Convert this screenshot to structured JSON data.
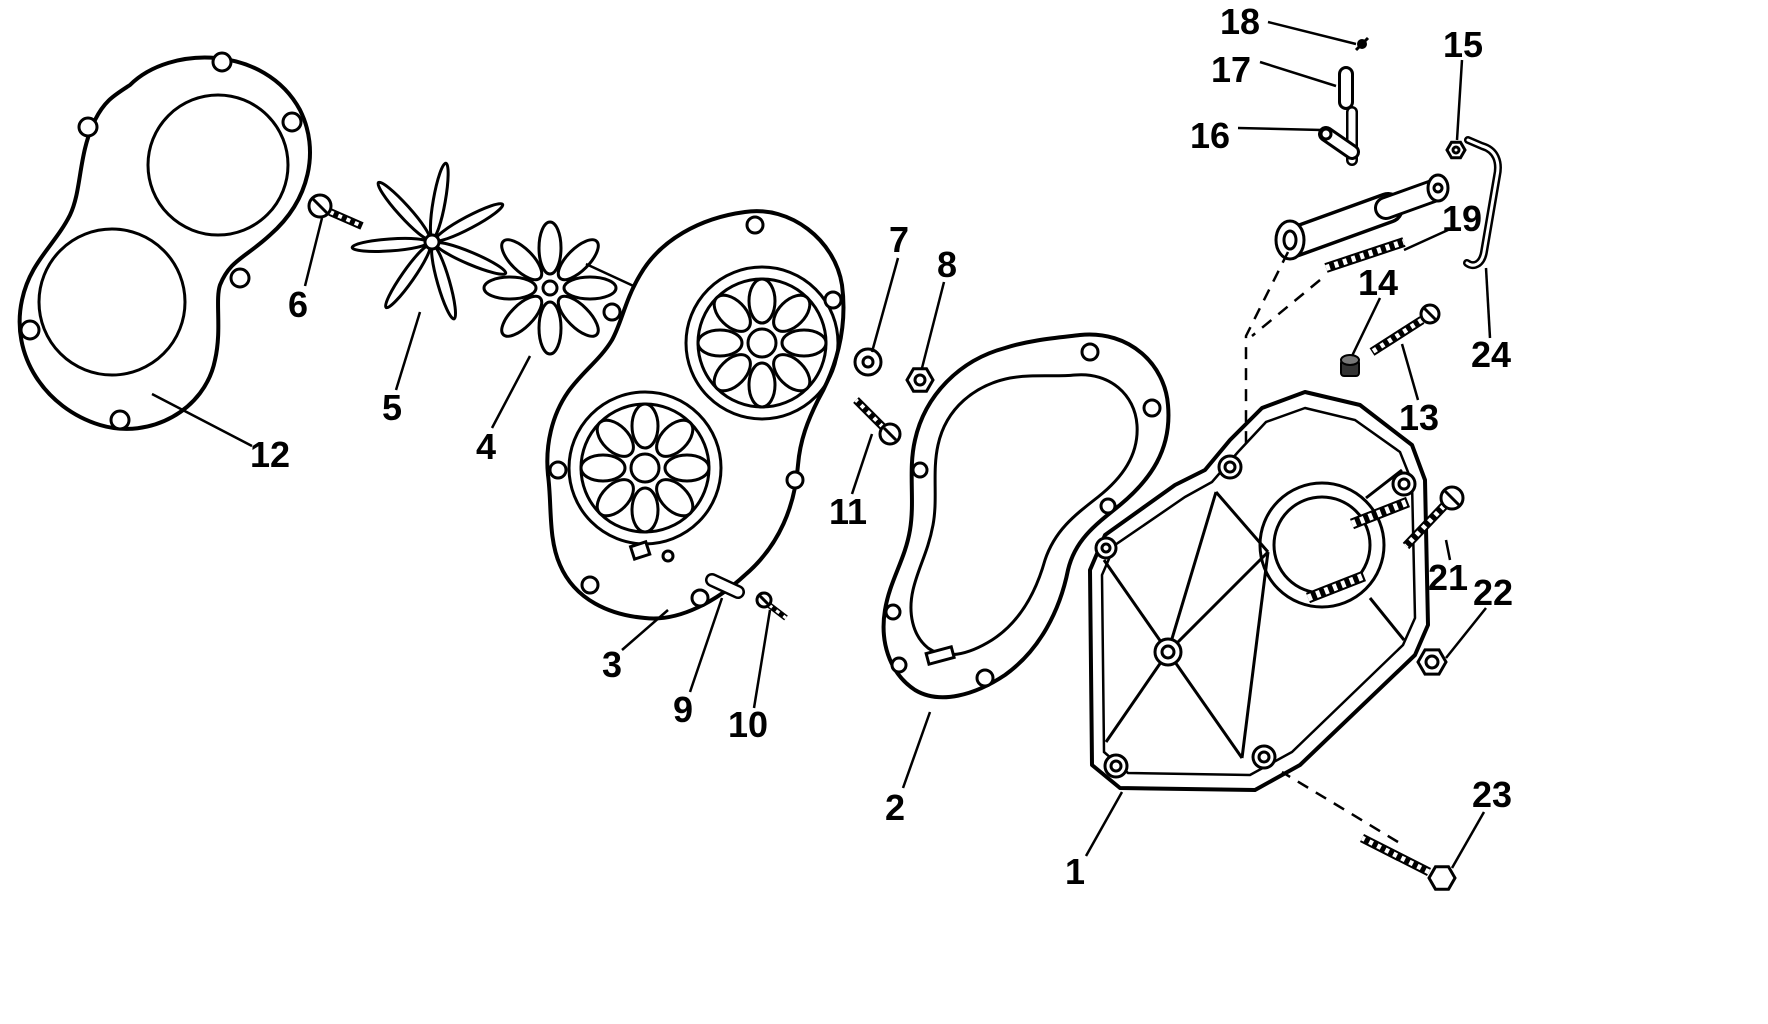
{
  "colors": {
    "background": "#ffffff",
    "line": "#000000"
  },
  "callouts": [
    {
      "label": "1"
    },
    {
      "label": "2"
    },
    {
      "label": "3"
    },
    {
      "label": "4"
    },
    {
      "label": "5"
    },
    {
      "label": "6"
    },
    {
      "label": "7"
    },
    {
      "label": "8"
    },
    {
      "label": "9"
    },
    {
      "label": "10"
    },
    {
      "label": "11"
    },
    {
      "label": "12"
    },
    {
      "label": "13"
    },
    {
      "label": "14"
    },
    {
      "label": "15"
    },
    {
      "label": "16"
    },
    {
      "label": "17"
    },
    {
      "label": "18"
    },
    {
      "label": "19"
    },
    {
      "label": "21"
    },
    {
      "label": "22"
    },
    {
      "label": "23"
    },
    {
      "label": "24"
    }
  ]
}
